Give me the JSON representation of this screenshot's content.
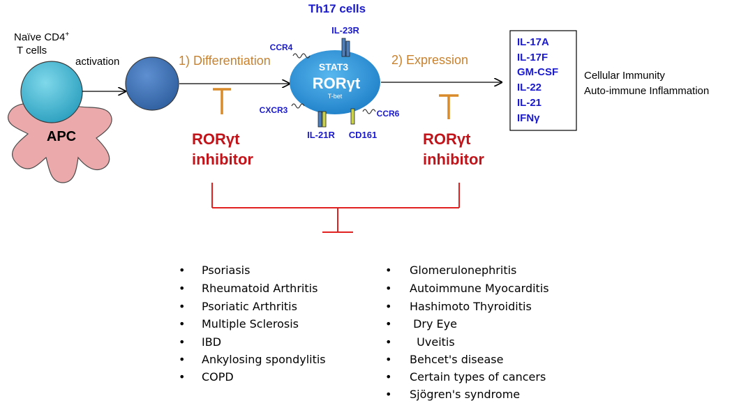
{
  "naive": {
    "line1": "Naïve CD4",
    "sup": "+",
    "line2": "T cells"
  },
  "activation": "activation",
  "apc": "APC",
  "th17": {
    "title": "Th17 cells",
    "stat3": "STAT3",
    "ror": "RORγt",
    "tbet": "T-bet",
    "receptors": {
      "il23r": "IL-23R",
      "ccr4": "CCR4",
      "cxcr3": "CXCR3",
      "il21r": "IL-21R",
      "cd161": "CD161",
      "ccr6": "CCR6"
    }
  },
  "step1": "1) Differentiation",
  "step2": "2) Expression",
  "inhibitor": {
    "line1": "RORγt",
    "line2": "inhibitor"
  },
  "cytokines": [
    "IL-17A",
    "IL-17F",
    "GM-CSF",
    "IL-22",
    "IL-21",
    "IFNγ"
  ],
  "outcome": {
    "line1": "Cellular Immunity",
    "line2": "Auto-immune Inflammation"
  },
  "bullet": "•",
  "diseases_left": [
    "Psoriasis",
    "Rheumatoid Arthritis",
    "Psoriatic Arthritis",
    "Multiple Sclerosis",
    "IBD",
    "Ankylosing spondylitis",
    "COPD"
  ],
  "diseases_right": [
    "Glomerulonephritis",
    "Autoimmune Myocarditis",
    "Hashimoto Thyroiditis",
    " Dry Eye",
    "  Uveitis",
    "Behcet's disease",
    "Certain types of cancers",
    "Sjögren's syndrome"
  ],
  "colors": {
    "cell_light": "#4bbcd6",
    "cell_dark": "#3a6fb6",
    "apc": "#eba9ab",
    "th17": "#3da0e0",
    "inhibit_orange": "#d98b2b",
    "inhibitor_red": "#c0141a",
    "label_blue": "#1a1acb",
    "step_text": "#c8822e"
  }
}
